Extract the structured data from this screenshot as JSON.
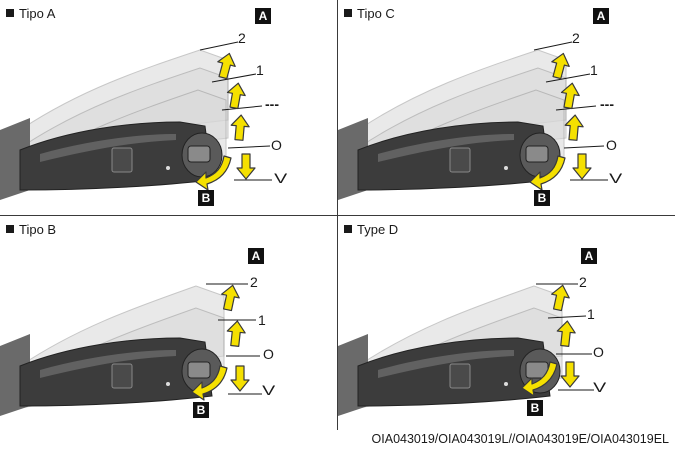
{
  "panels": [
    {
      "title": "Tipo A",
      "badge_top": "A",
      "badge_bottom": "B",
      "label_2": "2",
      "label_1": "1",
      "label_dash": "---",
      "label_o": "O",
      "label_v": "V"
    },
    {
      "title": "Tipo C",
      "badge_top": "A",
      "badge_bottom": "B",
      "label_2": "2",
      "label_1": "1",
      "label_dash": "---",
      "label_o": "O",
      "label_v": "V"
    },
    {
      "title": "Tipo B",
      "badge_top": "A",
      "badge_bottom": "B",
      "label_2": "2",
      "label_1": "1",
      "label_o": "O",
      "label_v": "V"
    },
    {
      "title": "Type D",
      "badge_top": "A",
      "badge_bottom": "B",
      "label_2": "2",
      "label_1": "1",
      "label_o": "O",
      "label_v": "V"
    }
  ],
  "figure_code": "OIA043019/OIA043019L//OIA043019E/OIA043019EL",
  "colors": {
    "arrow_fill": "#f5e000",
    "arrow_stroke": "#3a3a3a",
    "stalk_dark": "#3c3c3c",
    "ghost": "#d8d8d8",
    "grid": "#3a3a3a"
  }
}
